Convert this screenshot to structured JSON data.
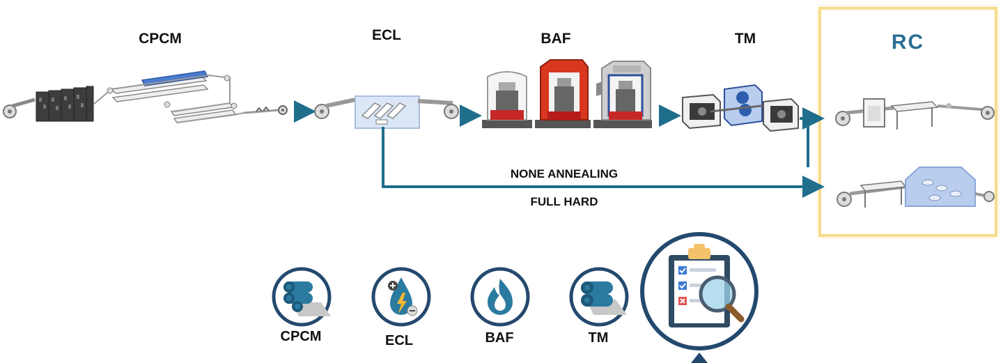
{
  "process": {
    "stages": [
      "CPCM",
      "ECL",
      "BAF",
      "TM"
    ],
    "target_stage": "RC",
    "bypass_route": {
      "label_top": "NONE ANNEALING",
      "label_bottom": "FULL HARD"
    }
  },
  "nav": {
    "items": [
      {
        "label": "CPCM",
        "icon": "rolls-icon"
      },
      {
        "label": "ECL",
        "icon": "electrolyte-drop-icon"
      },
      {
        "label": "BAF",
        "icon": "flame-icon"
      },
      {
        "label": "TM",
        "icon": "rolls-icon"
      }
    ],
    "active_icon": "inspection-clipboard-icon"
  },
  "colors": {
    "arrow": "#1f6e8c",
    "icon_ring": "#24496e",
    "highlight_border": "#f6dc8c",
    "rc_text": "#2a6f93"
  }
}
